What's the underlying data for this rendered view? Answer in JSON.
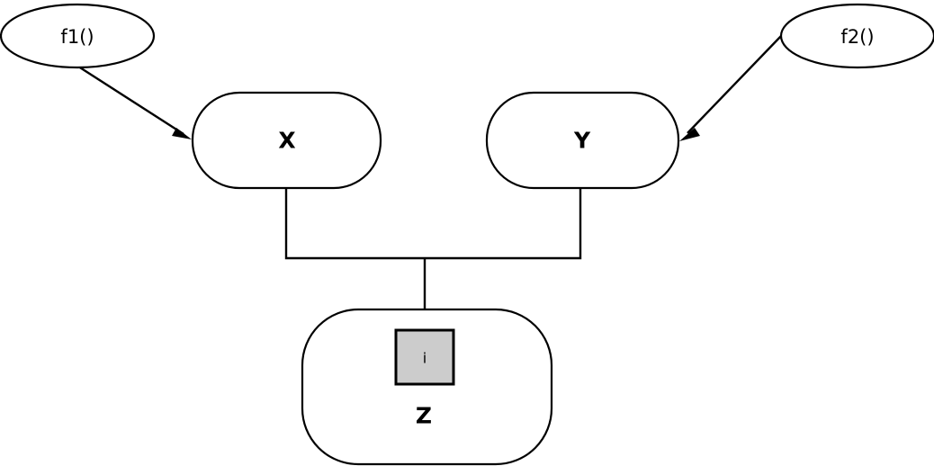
{
  "diagram": {
    "type": "flow-diagram",
    "background_color": "#ffffff",
    "stroke_color": "#000000",
    "nodes": [
      {
        "id": "f1",
        "label": "f1()",
        "shape": "ellipse",
        "fill": "#ffffff"
      },
      {
        "id": "f2",
        "label": "f2()",
        "shape": "ellipse",
        "fill": "#ffffff"
      },
      {
        "id": "x",
        "label": "X",
        "shape": "rounded-rectangle",
        "fill": "#ffffff"
      },
      {
        "id": "y",
        "label": "Y",
        "shape": "rounded-rectangle",
        "fill": "#ffffff"
      },
      {
        "id": "z",
        "label": "Z",
        "shape": "rounded-rectangle",
        "fill": "#ffffff"
      },
      {
        "id": "i",
        "label": "i",
        "shape": "rectangle",
        "fill": "#cccccc"
      }
    ],
    "edges": [
      {
        "id": "f1-to-x",
        "from": "f1",
        "to": "x",
        "arrow": true
      },
      {
        "id": "f2-to-y",
        "from": "f2",
        "to": "y",
        "arrow": true
      },
      {
        "id": "x-to-merge",
        "from": "x",
        "to": "merge",
        "arrow": false
      },
      {
        "id": "y-to-merge",
        "from": "y",
        "to": "merge",
        "arrow": false
      },
      {
        "id": "merge-to-i",
        "from": "merge",
        "to": "i",
        "arrow": true
      }
    ]
  }
}
